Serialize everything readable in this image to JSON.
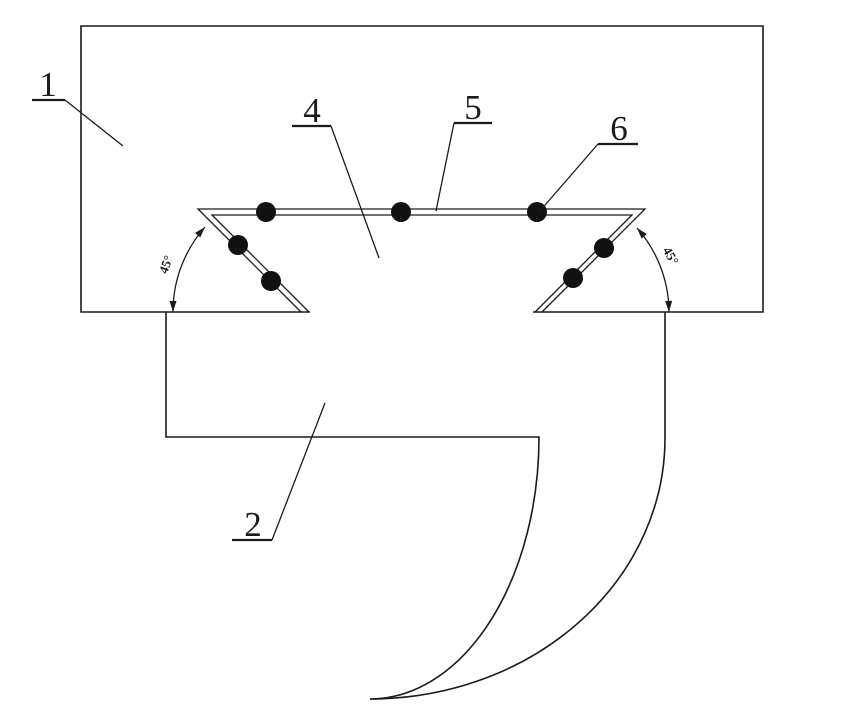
{
  "figure": {
    "background_color": "#ffffff",
    "line_color": "#1b1b1b",
    "callouts": [
      {
        "label": "1"
      },
      {
        "label": "2"
      },
      {
        "label": "4"
      },
      {
        "label": "5"
      },
      {
        "label": "6"
      }
    ],
    "angle_labels": {
      "left": "45°",
      "right": "45°"
    },
    "dot_count": 7
  }
}
